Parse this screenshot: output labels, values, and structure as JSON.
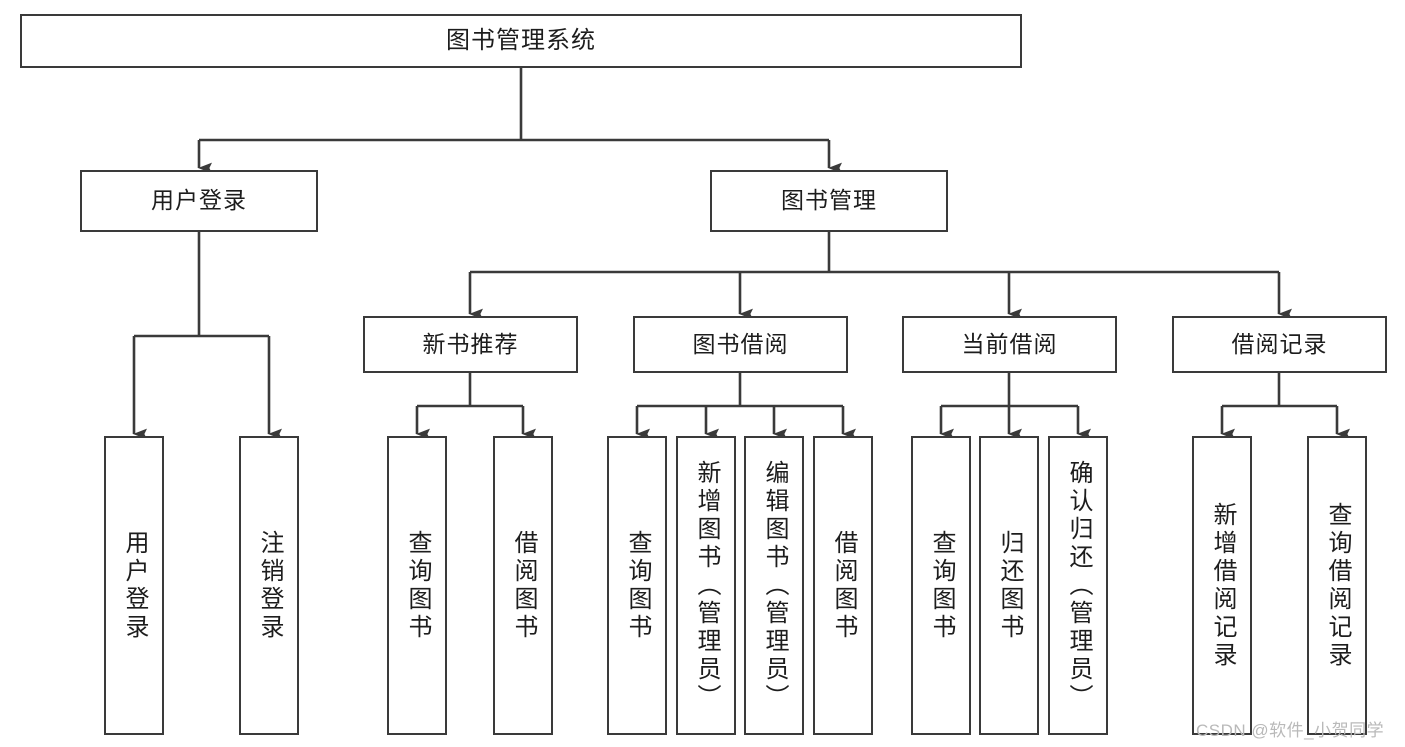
{
  "diagram": {
    "title": "图书管理系统",
    "type": "tree-hierarchy-chart",
    "stroke_color": "#3a3a3a",
    "fill_color": "#ffffff",
    "text_color": "#1d1d1d"
  },
  "root": {
    "label": "图书管理系统"
  },
  "level2": [
    {
      "label": "用户登录"
    },
    {
      "label": "图书管理"
    }
  ],
  "level3": [
    {
      "label": "新书推荐"
    },
    {
      "label": "图书借阅"
    },
    {
      "label": "当前借阅"
    },
    {
      "label": "借阅记录"
    }
  ],
  "leaves": {
    "user_login": [
      {
        "label": "用户登录"
      },
      {
        "label": "注销登录"
      }
    ],
    "new_books": [
      {
        "label": "查询图书"
      },
      {
        "label": "借阅图书"
      }
    ],
    "book_borrow": [
      {
        "label": "查询图书"
      },
      {
        "label": "新增图书（管理员）"
      },
      {
        "label": "编辑图书（管理员）"
      },
      {
        "label": "借阅图书"
      }
    ],
    "current_borrow": [
      {
        "label": "查询图书"
      },
      {
        "label": "归还图书"
      },
      {
        "label": "确认归还（管理员）"
      }
    ],
    "borrow_records": [
      {
        "label": "新增借阅记录"
      },
      {
        "label": "查询借阅记录"
      }
    ]
  },
  "watermark": {
    "text": "CSDN @软件_小贺同学"
  }
}
